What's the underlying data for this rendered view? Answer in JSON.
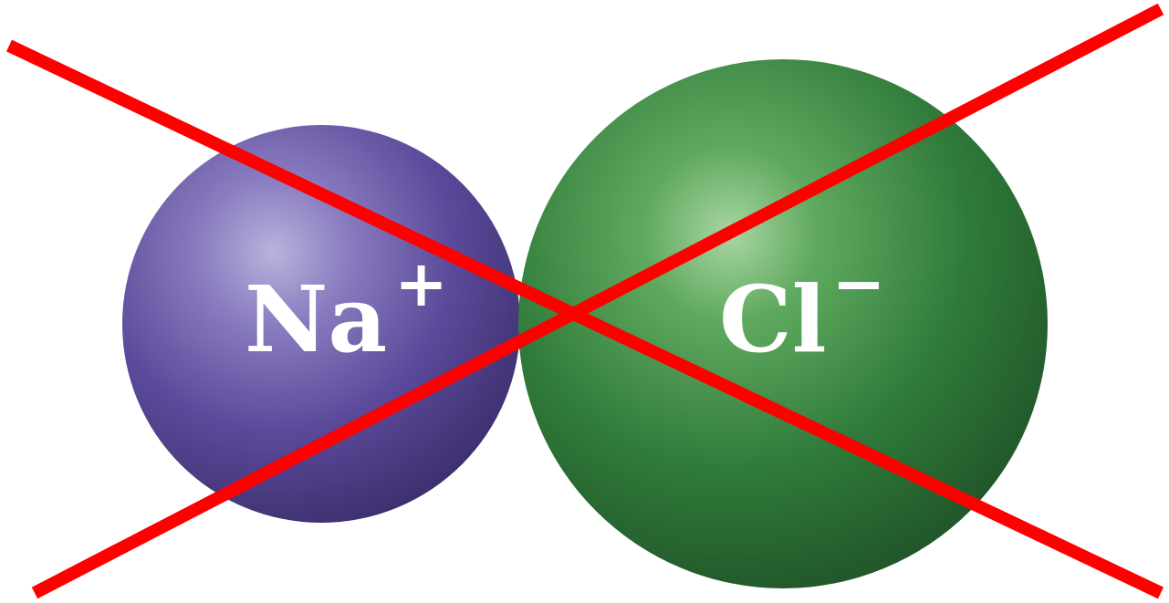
{
  "ions": {
    "sodium": {
      "symbol": "Na",
      "charge": "+",
      "color": "#5b4a9a"
    },
    "chloride": {
      "symbol": "Cl",
      "charge": "−",
      "color": "#2f7a3a"
    }
  },
  "overlay": {
    "icon": "cross-out-mark",
    "color": "#ff0000"
  },
  "background_color": "#ffffff"
}
